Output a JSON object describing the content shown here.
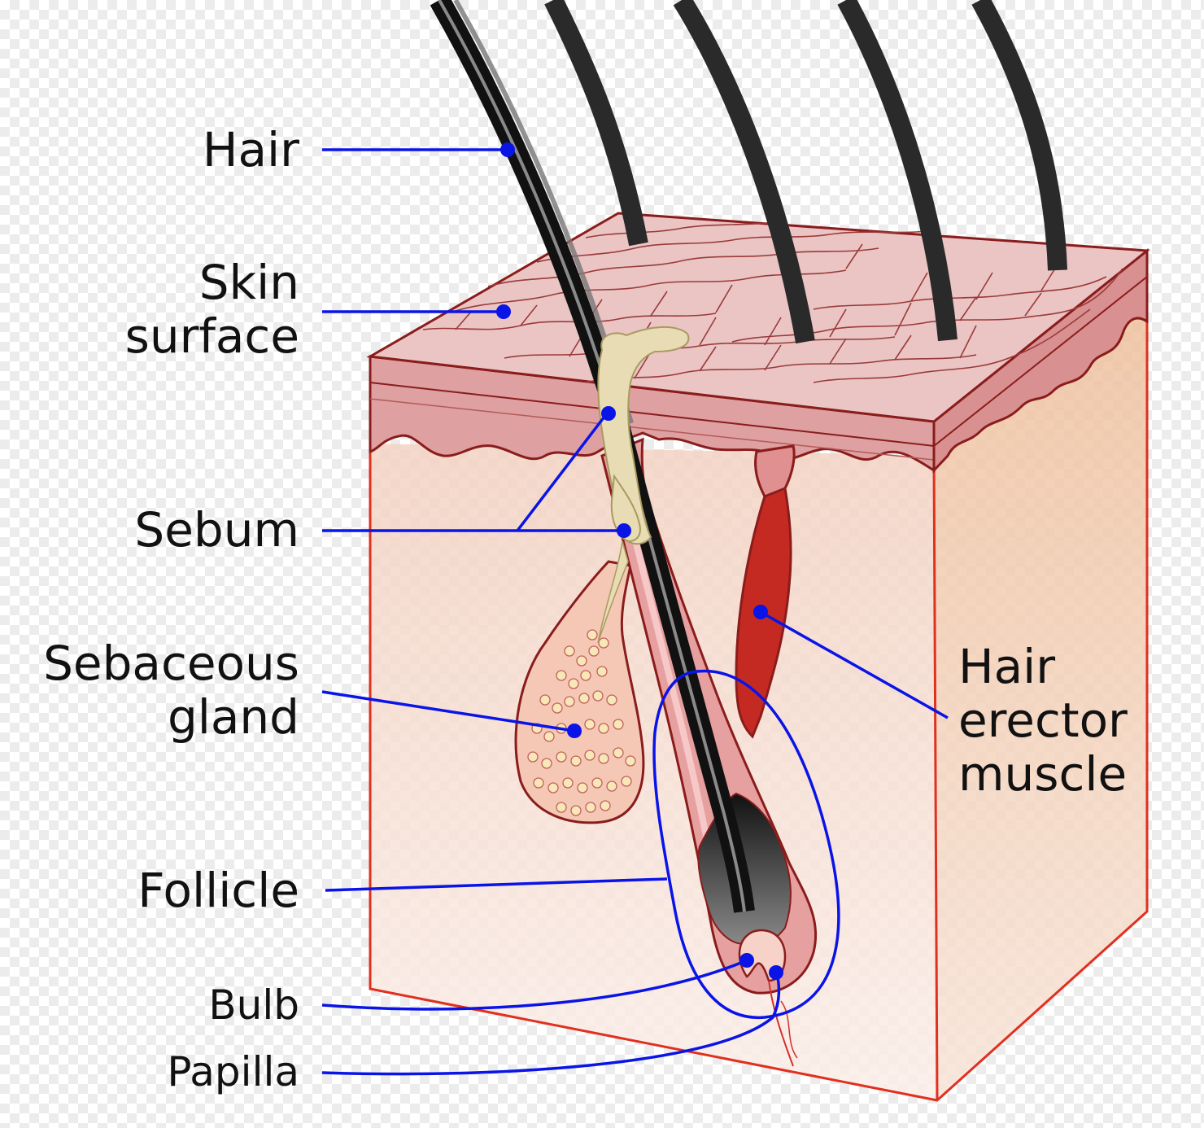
{
  "labels": {
    "hair": "Hair",
    "skin_surface": "Skin\nsurface",
    "sebum": "Sebum",
    "sebaceous_gland": "Sebaceous\ngland",
    "follicle": "Follicle",
    "bulb": "Bulb",
    "papilla": "Papilla",
    "hair_erector_muscle": "Hair\nerector\nmuscle"
  },
  "colors": {
    "leader_line": "#0a14e6",
    "skin_top": "#e8b8b8",
    "skin_edge": "#8a1c1c",
    "dermis": "#f6ddd0",
    "dermis_side": "#f0c8a8",
    "hair": "#1a1a1a",
    "muscle": "#c42a22",
    "sebum": "#e8dcb4",
    "block_outline": "#e03020"
  }
}
